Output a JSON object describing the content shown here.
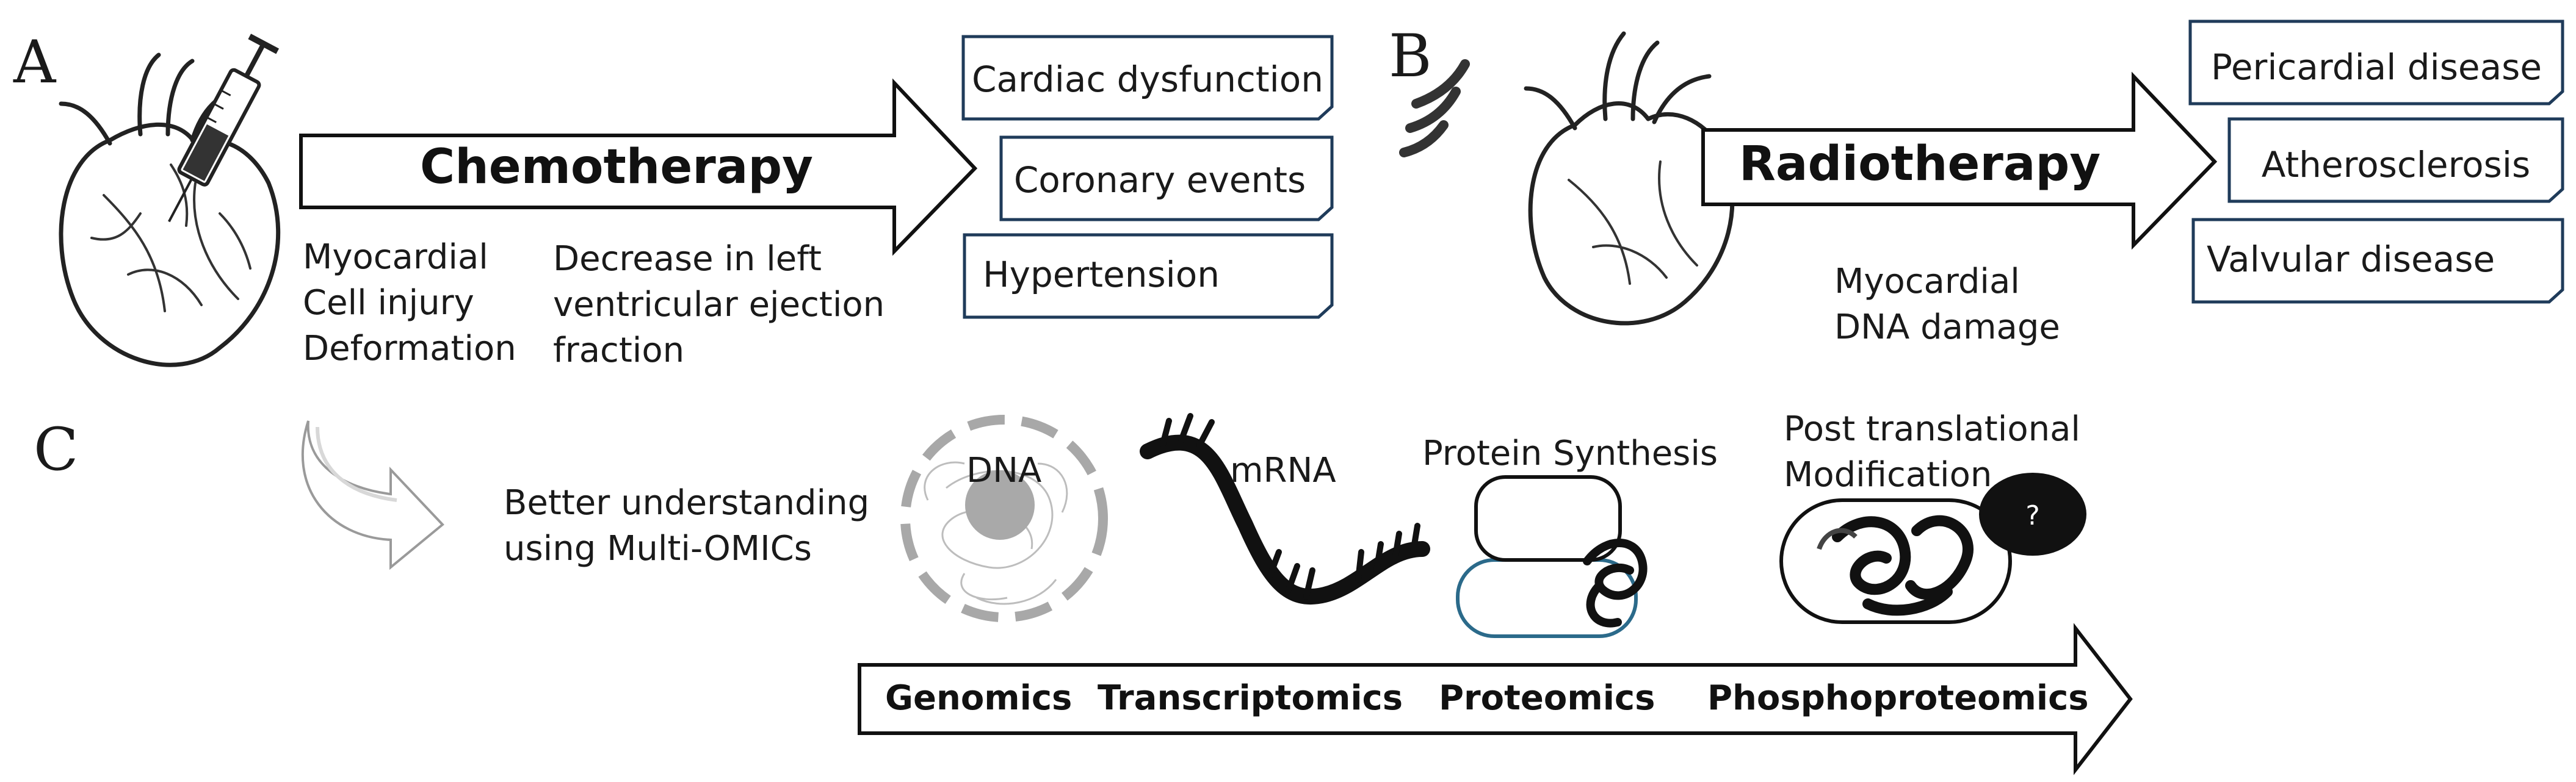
{
  "panels": {
    "a": {
      "letter": "A",
      "arrow_label": "Chemotherapy",
      "effects_left": [
        "Myocardial",
        "Cell injury",
        "Deformation"
      ],
      "effects_right": [
        "Decrease in left",
        "ventricular ejection",
        "fraction"
      ],
      "outcomes": [
        "Cardiac dysfunction",
        "Coronary events",
        "Hypertension"
      ]
    },
    "b": {
      "letter": "B",
      "arrow_label": "Radiotherapy",
      "effects": [
        "Myocardial",
        "DNA damage"
      ],
      "outcomes": [
        "Pericardial disease",
        "Atherosclerosis",
        "Valvular disease"
      ]
    },
    "c": {
      "letter": "C",
      "transition_text": [
        "Better understanding",
        "using Multi-OMICs"
      ],
      "molecule_labels": {
        "dna": "DNA",
        "mrna": "mRNA",
        "protein": "Protein Synthesis",
        "ptm": [
          "Post translational",
          "Modification"
        ],
        "unknown": "?"
      },
      "omics": [
        "Genomics",
        "Transcriptomics",
        "Proteomics",
        "Phosphoproteomics"
      ]
    }
  },
  "icons": [
    "heart-icon",
    "syringe-icon",
    "radiation-waves-icon",
    "curved-arrow-icon"
  ]
}
